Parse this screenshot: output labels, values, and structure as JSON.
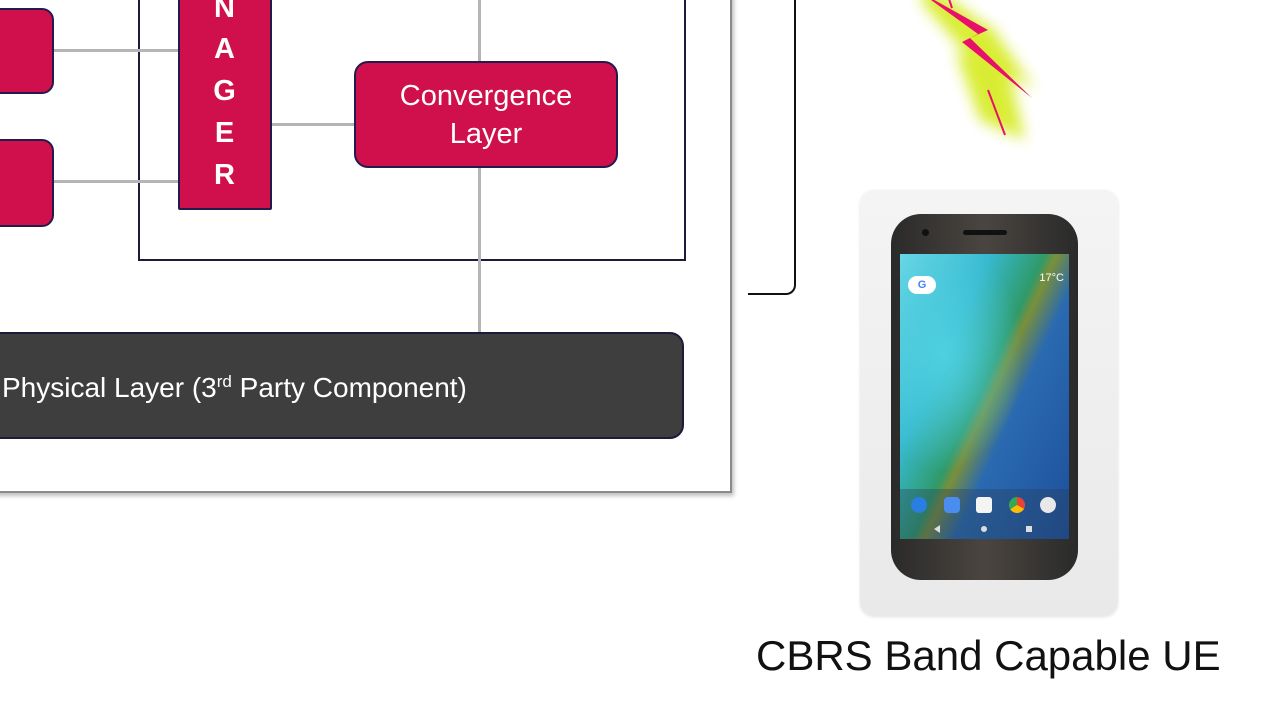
{
  "diagram": {
    "manager_letters": [
      "N",
      "A",
      "G",
      "E",
      "R"
    ],
    "convergence_layer": "Convergence Layer",
    "physical_layer_prefix": "Physical Layer (3",
    "physical_layer_sup": "rd",
    "physical_layer_suffix": " Party Component)",
    "device_label": "CBRS Band Capable UE"
  },
  "phone_screen": {
    "search_glyph": "G",
    "weather": "17°C"
  },
  "colors": {
    "module_red": "#d0104c",
    "physical_layer_gray": "#3e3e3e",
    "connector_gray": "#b5b5b5",
    "lightning_magenta": "#e8106a",
    "lightning_glow": "#d8ec2a"
  },
  "icons": [
    "lightning-bolt-icon",
    "smartphone-icon",
    "phone-app-icon",
    "messages-app-icon",
    "gmail-app-icon",
    "chrome-app-icon",
    "camera-app-icon"
  ]
}
